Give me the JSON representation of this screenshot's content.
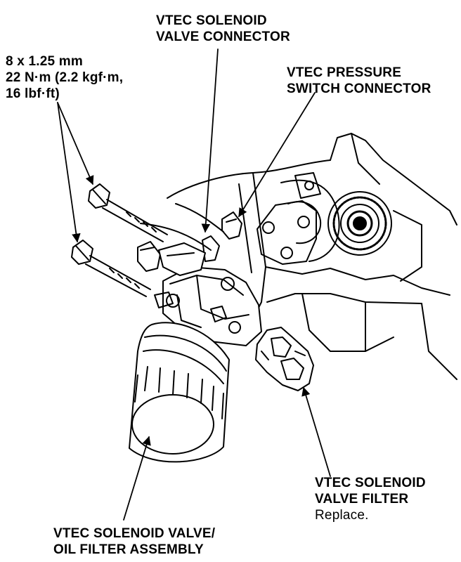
{
  "labels": {
    "torque_spec": {
      "line1": "8 x 1.25 mm",
      "line2": "22 N·m (2.2 kgf·m,",
      "line3": "16 lbf·ft)"
    },
    "solenoid_valve_connector": {
      "line1": "VTEC SOLENOID",
      "line2": "VALVE CONNECTOR"
    },
    "pressure_switch_connector": {
      "line1": "VTEC PRESSURE",
      "line2": "SWITCH CONNECTOR"
    },
    "solenoid_valve_filter": {
      "line1": "VTEC SOLENOID",
      "line2": "VALVE FILTER",
      "note": "Replace."
    },
    "solenoid_oil_filter_assembly": {
      "line1": "VTEC SOLENOID VALVE/",
      "line2": "OIL FILTER ASSEMBLY"
    }
  },
  "colors": {
    "ink": "#000000",
    "paper": "#ffffff"
  }
}
